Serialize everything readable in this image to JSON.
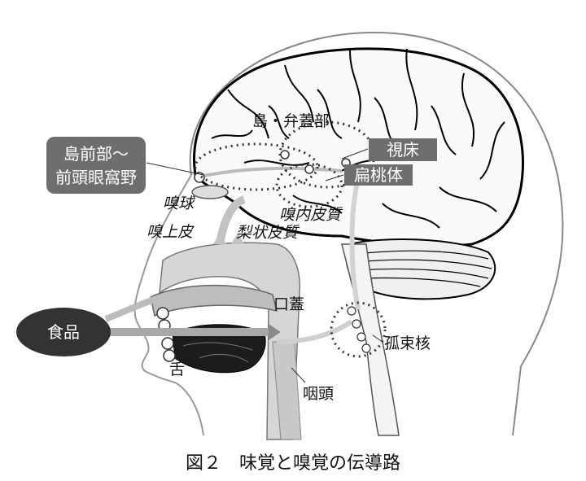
{
  "labels": {
    "insula_operculum": "島・弁蓋部",
    "insula_prefrontal_line1": "島前部〜",
    "insula_prefrontal_line2": "前頭眼窩野",
    "thalamus": "視床",
    "amygdala": "扁桃体",
    "olfactory_bulb": "嗅球",
    "olfactory_epithelium": "嗅上皮",
    "entorhinal_cortex": "嗅内皮質",
    "piriform_cortex": "梨状皮質",
    "palate": "口蓋",
    "food": "食品",
    "tongue": "舌",
    "solitary_nucleus": "孤束核",
    "pharynx": "咽頭"
  },
  "caption": "図２　味覚と嗅覚の伝導路",
  "colors": {
    "ink": "#111111",
    "gray_fill": "#cfcfcf",
    "dark_gray": "#5a5a5a",
    "label_box": "#6e6e6e",
    "food_oval": "#333333"
  }
}
